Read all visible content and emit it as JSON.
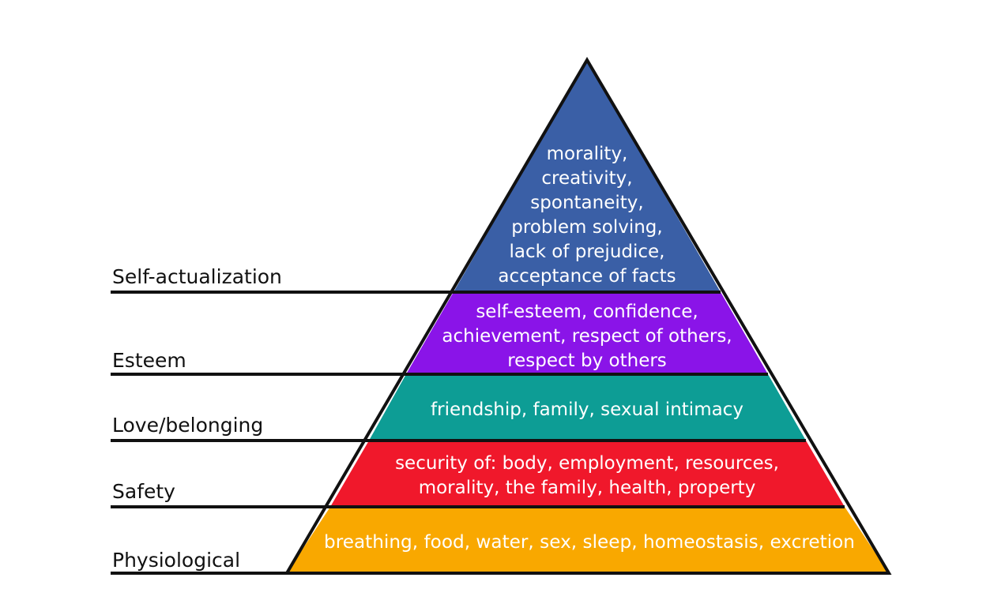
{
  "levels": [
    {
      "id": "self-actualization",
      "name": "Self-actualization",
      "color": "#3a5fa6",
      "lines": [
        "morality,",
        "creativity,",
        "spontaneity,",
        "problem solving,",
        "lack of prejudice,",
        "acceptance of facts"
      ]
    },
    {
      "id": "esteem",
      "name": "Esteem",
      "color": "#8a14e8",
      "lines": [
        "self-esteem, confidence,",
        "achievement, respect of others,",
        "respect by others"
      ]
    },
    {
      "id": "love-belonging",
      "name": "Love/belonging",
      "color": "#0d9d95",
      "lines": [
        "friendship, family, sexual intimacy"
      ]
    },
    {
      "id": "safety",
      "name": "Safety",
      "color": "#f0182b",
      "lines": [
        "security of: body, employment, resources,",
        "morality, the family, health, property"
      ]
    },
    {
      "id": "physiological",
      "name": "Physiological",
      "color": "#f9a800",
      "lines": [
        "breathing, food, water, sex, sleep, homeostasis, excretion"
      ]
    }
  ]
}
